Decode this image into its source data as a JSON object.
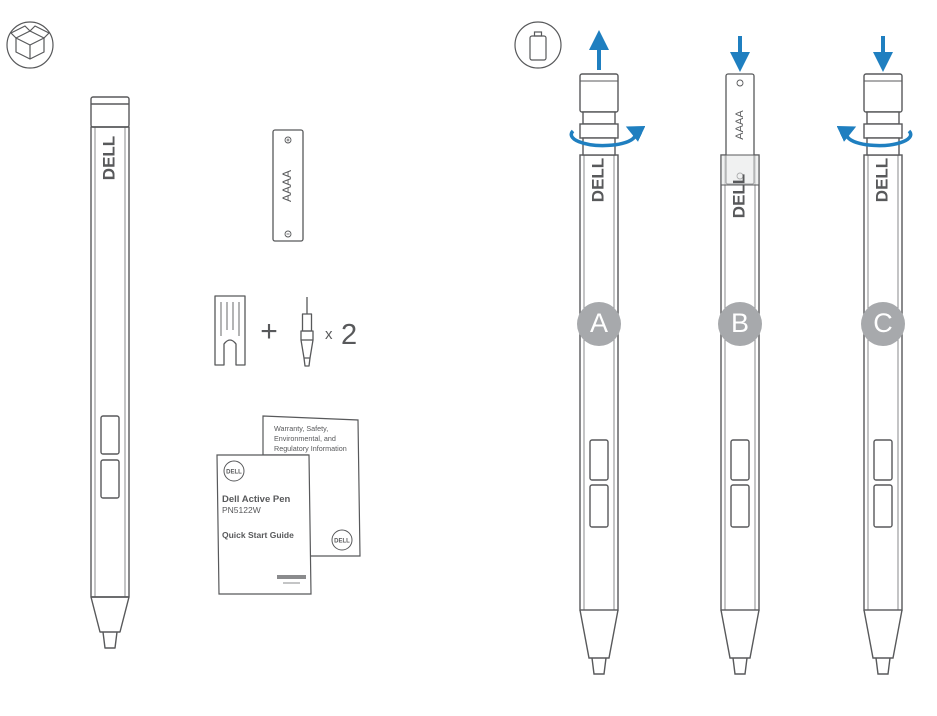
{
  "pen_logo": "DELL",
  "battery": {
    "label": "AAAA"
  },
  "accessory_multiplier": {
    "plus": "+",
    "times": "x",
    "count": "2"
  },
  "booklet_back": {
    "lines": [
      "Warranty, Safety,",
      "Environmental, and",
      "Regulatory Information"
    ]
  },
  "booklet_front": {
    "title": "Dell Active Pen",
    "model": "PN5122W",
    "guide": "Quick Start Guide"
  },
  "steps": [
    {
      "label": "A",
      "arrow": "up"
    },
    {
      "label": "B",
      "arrow": "down"
    },
    {
      "label": "C",
      "arrow": "down"
    }
  ],
  "colors": {
    "outline": "#58595b",
    "badge": "#a7a9ac",
    "arrow": "#1f7fc0",
    "badge_text": "#ffffff"
  },
  "icons": [
    "package-contents-icon",
    "battery-icon"
  ]
}
